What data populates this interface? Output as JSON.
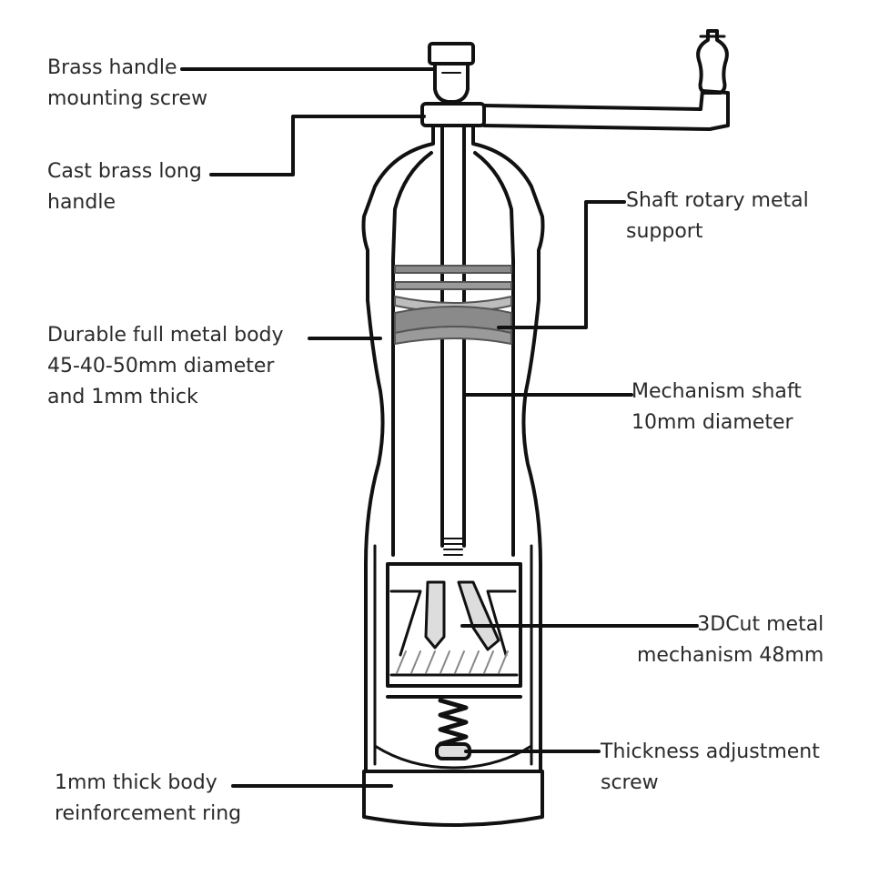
{
  "diagram": {
    "labels": [
      {
        "id": "brass-handle-mounting-screw",
        "lines": [
          "Brass handle",
          "mounting screw"
        ]
      },
      {
        "id": "cast-brass-long-handle",
        "lines": [
          "Cast brass long",
          "handle"
        ]
      },
      {
        "id": "shaft-rotary-metal-support",
        "lines": [
          "Shaft rotary metal",
          "support"
        ]
      },
      {
        "id": "durable-full-metal-body",
        "lines": [
          "Durable full metal body",
          "45-40-50mm diameter",
          "and 1mm thick"
        ]
      },
      {
        "id": "mechanism-shaft",
        "lines": [
          "Mechanism shaft",
          "10mm diameter"
        ]
      },
      {
        "id": "3dcut-metal-mechanism",
        "lines": [
          "3DCut metal",
          "mechanism 48mm"
        ]
      },
      {
        "id": "thickness-adjustment-screw",
        "lines": [
          "Thickness adjustment",
          "screw"
        ]
      },
      {
        "id": "body-reinforcement-ring",
        "lines": [
          "1mm thick body",
          "reinforcement ring"
        ]
      }
    ],
    "colors": {
      "line": "#111111",
      "text": "#2a2a2a",
      "disc": "#8a8a8a",
      "disc_light": "#bdbdbd"
    }
  }
}
